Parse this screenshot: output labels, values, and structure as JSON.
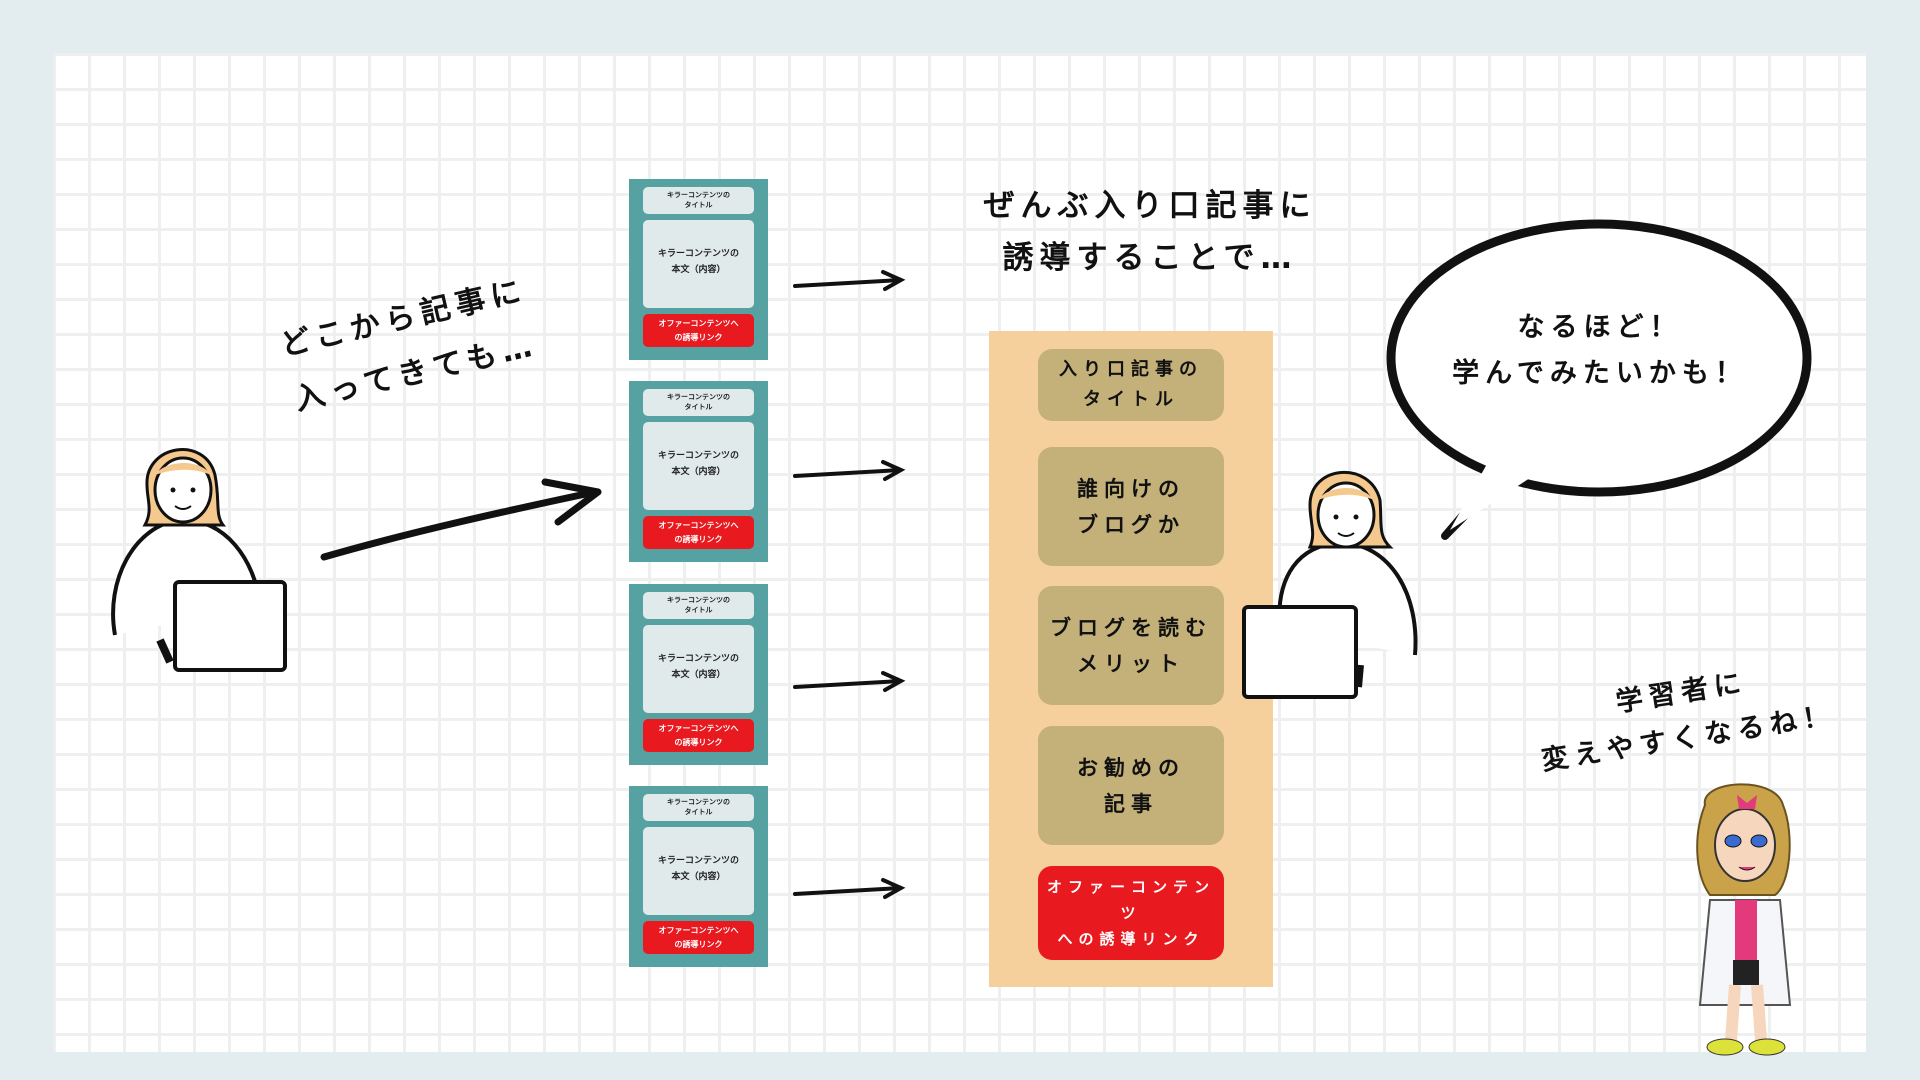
{
  "left_caption": {
    "line1": "どこから記事に",
    "line2": "入ってきても…"
  },
  "killer_card": {
    "title": [
      "キラーコンテンツの",
      "タイトル"
    ],
    "body": [
      "キラーコンテンツの",
      "本文（内容）"
    ],
    "link": [
      "オファーコンテンツへ",
      "の誘導リンク"
    ]
  },
  "center_caption": {
    "line1": "ぜんぶ入り口記事に",
    "line2": "誘導することで…"
  },
  "entry_article": {
    "blocks": [
      {
        "line1": "入り口記事の",
        "line2": "タイトル"
      },
      {
        "line1": "誰向けの",
        "line2": "ブログか"
      },
      {
        "line1": "ブログを読む",
        "line2": "メリット"
      },
      {
        "line1": "お勧めの",
        "line2": "記事"
      },
      {
        "line1": "オファーコンテンツ",
        "line2": "への誘導リンク"
      }
    ]
  },
  "speech_bubble": {
    "line1": "なるほど！",
    "line2": "学んでみたいかも！"
  },
  "right_caption": {
    "line1": "学習者に",
    "line2": "変えやすくなるね！"
  },
  "colors": {
    "teal": "#56a2a2",
    "red": "#e8191f",
    "orange": "#f5d09c",
    "khaki": "#c4b17a"
  }
}
